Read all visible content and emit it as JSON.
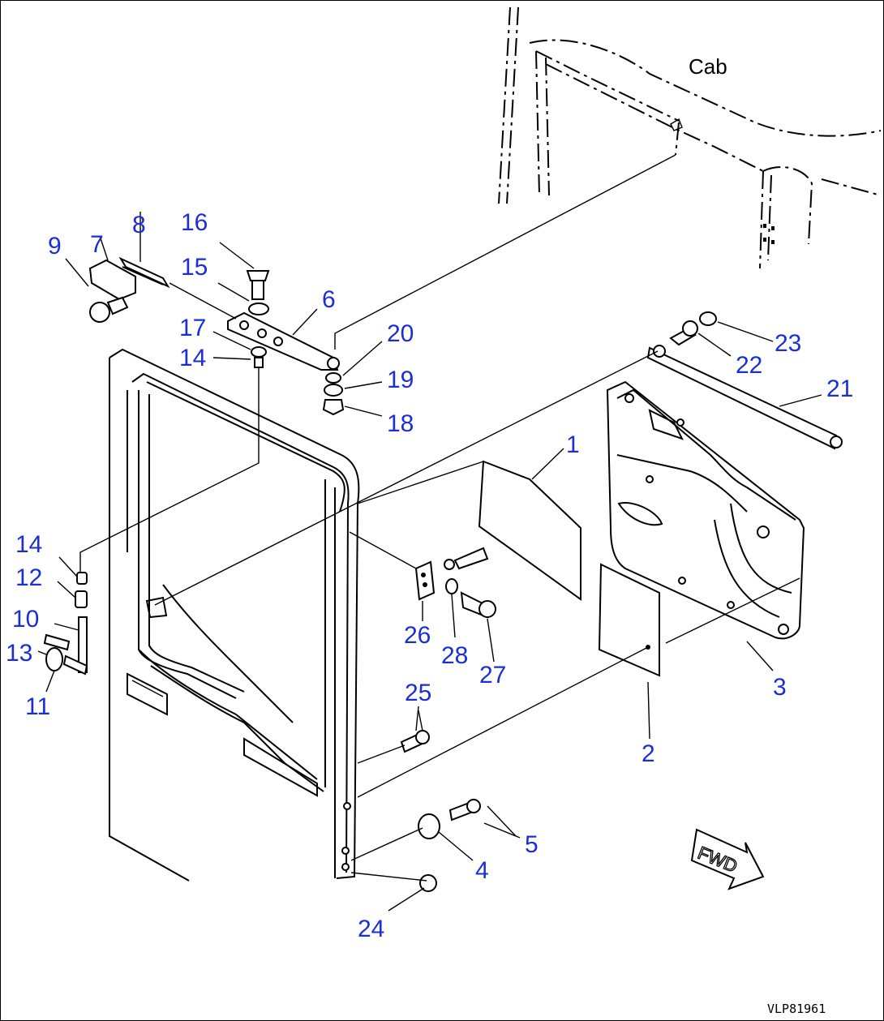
{
  "diagram": {
    "cab_label": "Cab",
    "drawing_code": "VLP81961",
    "fwd_label": "FWD",
    "part_numbers": {
      "p1": "1",
      "p2": "2",
      "p3": "3",
      "p4": "4",
      "p5": "5",
      "p6": "6",
      "p7": "7",
      "p8": "8",
      "p9": "9",
      "p10": "10",
      "p11": "11",
      "p12": "12",
      "p13": "13",
      "p14a": "14",
      "p14b": "14",
      "p15": "15",
      "p16": "16",
      "p17": "17",
      "p18": "18",
      "p19": "19",
      "p20": "20",
      "p21": "21",
      "p22": "22",
      "p23": "23",
      "p24": "24",
      "p25": "25",
      "p26": "26",
      "p27": "27",
      "p28": "28"
    },
    "label_color": "#1a2fd6"
  }
}
